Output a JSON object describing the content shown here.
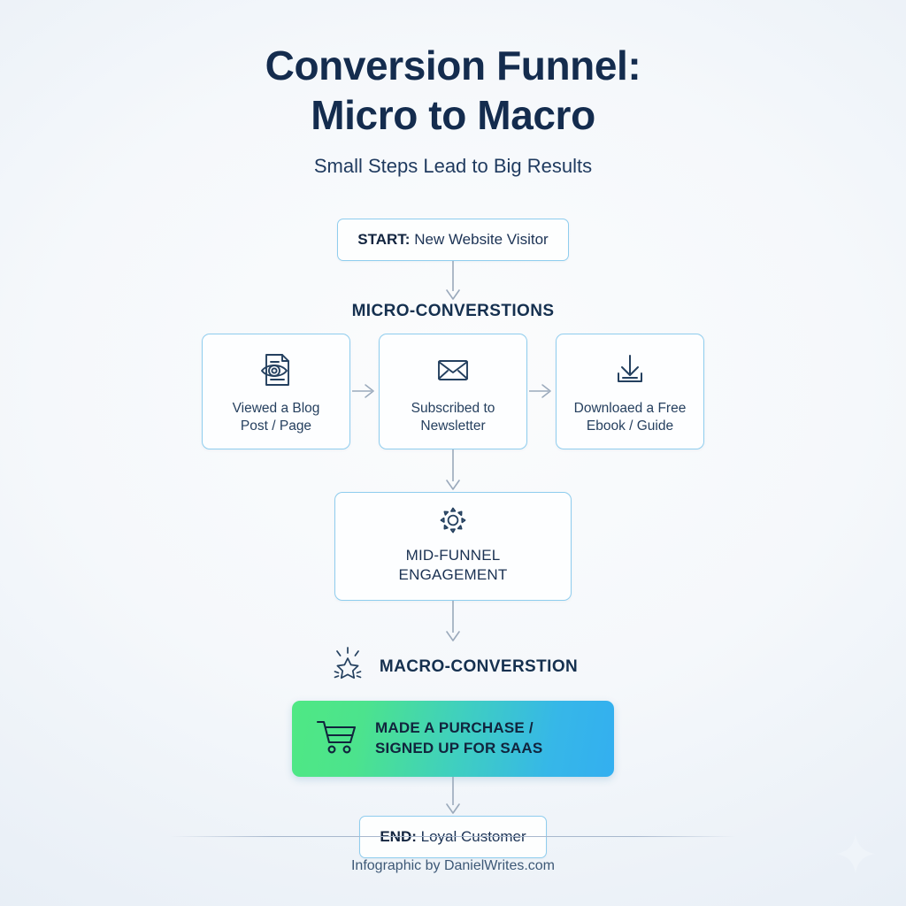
{
  "header": {
    "title_line1": "Conversion Funnel:",
    "title_line2": "Micro to Macro",
    "subtitle": "Small Steps Lead to Big Results"
  },
  "start": {
    "prefix": "START:",
    "text": " New Website Visitor"
  },
  "micro": {
    "section_label": "MICRO-CONVERSTIONS",
    "cards": [
      {
        "icon": "document-eye-icon",
        "label_line1": "Viewed a Blog",
        "label_line2": "Post / Page"
      },
      {
        "icon": "envelope-icon",
        "label_line1": "Subscribed to",
        "label_line2": "Newsletter"
      },
      {
        "icon": "download-icon",
        "label_line1": "Downloaed a Free",
        "label_line2": "Ebook / Guide"
      }
    ]
  },
  "mid_funnel": {
    "icon": "gear-icon",
    "label_line1": "MID-FUNNEL",
    "label_line2": "ENGAGEMENT"
  },
  "macro": {
    "star_icon": "star-sparkle-icon",
    "section_label": "MACRO-CONVERSTION",
    "cart_icon": "shopping-cart-icon",
    "bar_line1": "MADE A PURCHASE /",
    "bar_line2": "SIGNED UP FOR SAAS"
  },
  "end": {
    "prefix": "END:",
    "text": " Loyal Customer"
  },
  "footer": {
    "credit": "Infographic by DanielWrites.com"
  },
  "colors": {
    "title": "#142c4e",
    "card_border": "#8fcdee",
    "gradient_start": "#4fe884",
    "gradient_end": "#33aff0",
    "connector": "#9aa9bb"
  },
  "chart_data": {
    "type": "diagram",
    "title": "Conversion Funnel: Micro to Macro",
    "stages": [
      {
        "stage": "start",
        "label": "START: New Website Visitor"
      },
      {
        "stage": "micro-conversions",
        "items": [
          "Viewed a Blog Post / Page",
          "Subscribed to Newsletter",
          "Downloaed a Free Ebook / Guide"
        ]
      },
      {
        "stage": "mid-funnel",
        "label": "MID-FUNNEL ENGAGEMENT"
      },
      {
        "stage": "macro-conversion",
        "label": "MADE A PURCHASE / SIGNED UP FOR SAAS"
      },
      {
        "stage": "end",
        "label": "END: Loyal Customer"
      }
    ]
  }
}
